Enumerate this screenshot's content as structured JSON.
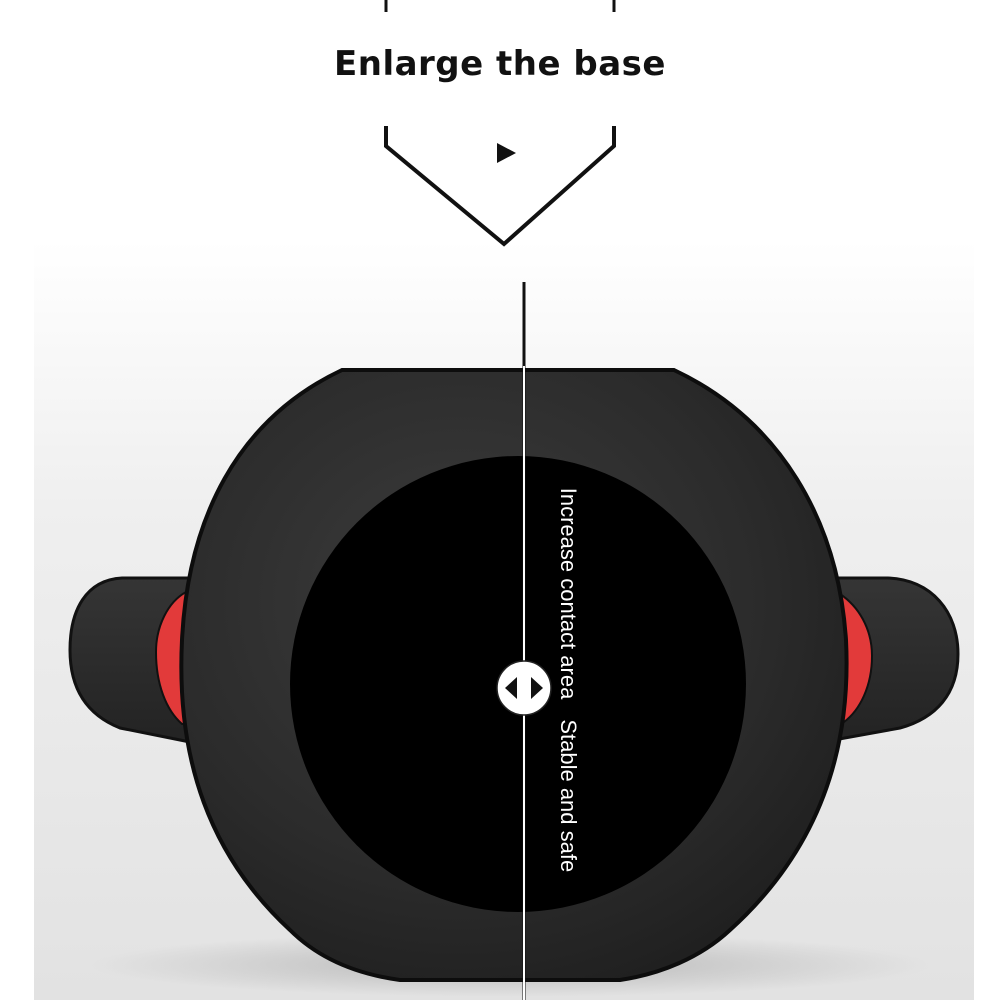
{
  "headline": "Enlarge the base",
  "annotations": {
    "contact_area": "Increase contact area",
    "stability": "Stable and safe"
  },
  "colors": {
    "background": "#ffffff",
    "backdrop": "#e9e9e9",
    "kettlebell_body": "#2a2a2a",
    "base_disc": "#000000",
    "handle_accent": "#e23a3a",
    "outline": "#111111"
  },
  "icons": {
    "pointer": "play-triangle-icon",
    "expand": "left-right-arrows-icon"
  }
}
